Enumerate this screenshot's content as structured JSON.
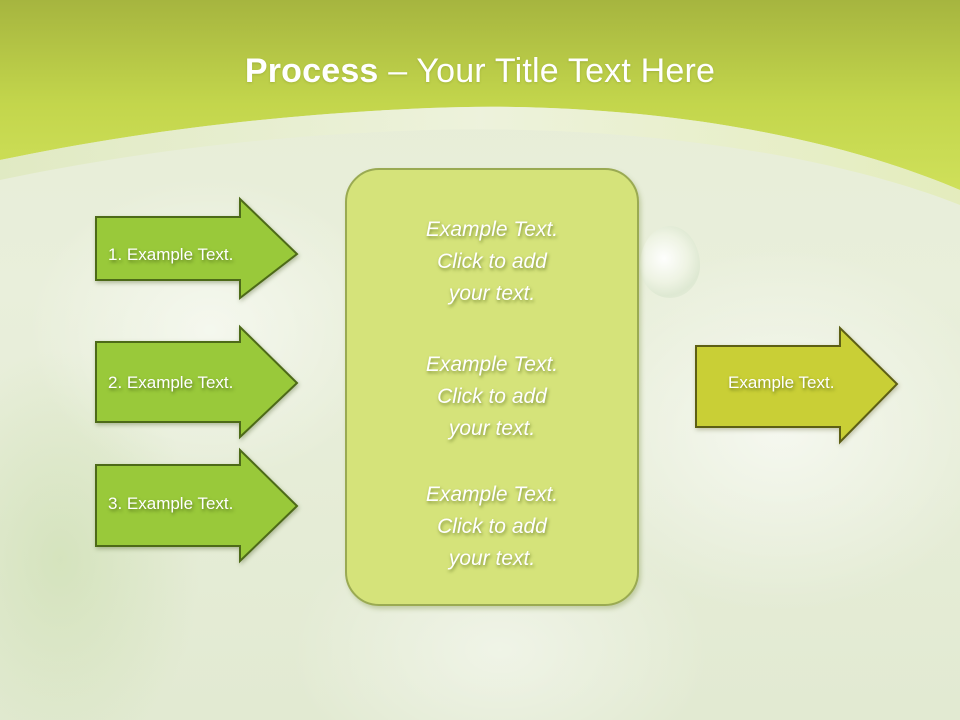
{
  "slide": {
    "title_bold": "Process",
    "title_rest": " – Your Title Text Here"
  },
  "colors": {
    "header_green": "#c3d64c",
    "arrow_green": "#99c93a",
    "arrow_green_border": "#4d6a18",
    "output_arrow": "#c9cf36",
    "output_arrow_border": "#5d5f14",
    "center_box": "#d5e37a",
    "center_box_border": "#9aaa52"
  },
  "input_arrows": [
    {
      "label": "1. Example Text."
    },
    {
      "label": "2. Example Text."
    },
    {
      "label": "3. Example Text."
    }
  ],
  "center_box": {
    "items": [
      {
        "line1": "Example Text.",
        "line2": "Click  to add",
        "line3": "your text."
      },
      {
        "line1": "Example Text.",
        "line2": "Click  to add",
        "line3": "your text."
      },
      {
        "line1": "Example Text.",
        "line2": "Click  to add",
        "line3": "your text."
      }
    ]
  },
  "output_arrow": {
    "label": "Example Text."
  }
}
